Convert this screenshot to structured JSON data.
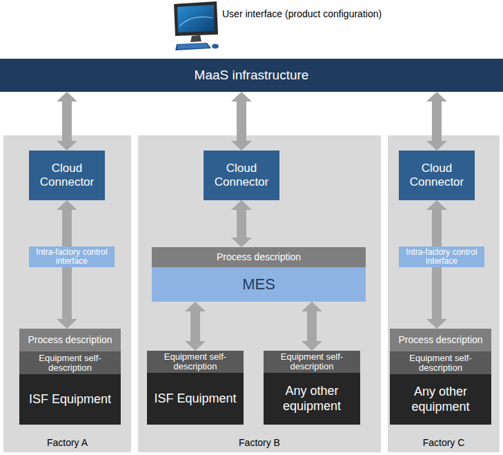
{
  "diagram": {
    "nodes": [
      {
        "text": [
          "MaaS infrastructure"
        ]
      },
      {
        "text": [
          "Factory A"
        ]
      },
      {
        "text": [
          "Cloud Connector"
        ],
        "in": 1
      },
      {
        "text": [
          "Intra-factory control interface"
        ],
        "in": 1
      },
      {
        "text": [
          "Process description"
        ],
        "in": 1
      },
      {
        "text": [
          "Equipment self-description"
        ],
        "in": 1
      },
      {
        "text": [
          "ISF Equipment"
        ],
        "in": 1
      },
      {
        "text": [
          "Factory B"
        ]
      },
      {
        "text": [
          "Cloud Connector"
        ],
        "in": 7
      },
      {
        "text": [
          "Process description"
        ],
        "in": 7
      },
      {
        "text": [
          "MES"
        ],
        "in": 7
      },
      {
        "text": [
          "Equipment self-description"
        ],
        "in": 7
      },
      {
        "text": [
          "ISF Equipment"
        ],
        "in": 7
      },
      {
        "text": [
          "Equipment self-description"
        ],
        "in": 7
      },
      {
        "text": [
          "Any other equipment"
        ],
        "in": 7
      },
      {
        "text": [
          "Factory C"
        ]
      },
      {
        "text": [
          "Cloud Connector"
        ],
        "in": 15
      },
      {
        "text": [
          "Intra-factory control interface"
        ],
        "in": 15
      },
      {
        "text": [
          "Process description"
        ],
        "in": 15
      },
      {
        "text": [
          "Equipment self-description"
        ],
        "in": 15
      },
      {
        "text": [
          "Any other equipment"
        ],
        "in": 15
      }
    ],
    "edges": [
      {
        "from": 0,
        "to": 2,
        "arrow": "both"
      },
      {
        "from": 0,
        "to": 8,
        "arrow": "both"
      },
      {
        "from": 0,
        "to": 16,
        "arrow": "both"
      },
      {
        "from": 2,
        "to": 4,
        "arrow": "both"
      },
      {
        "from": 8,
        "to": 9,
        "arrow": "both"
      },
      {
        "from": 10,
        "to": 11,
        "arrow": "both"
      },
      {
        "from": 10,
        "to": 13,
        "arrow": "both"
      },
      {
        "from": 16,
        "to": 18,
        "arrow": "both"
      }
    ],
    "labels": [
      "User interface (product configuration)"
    ]
  }
}
